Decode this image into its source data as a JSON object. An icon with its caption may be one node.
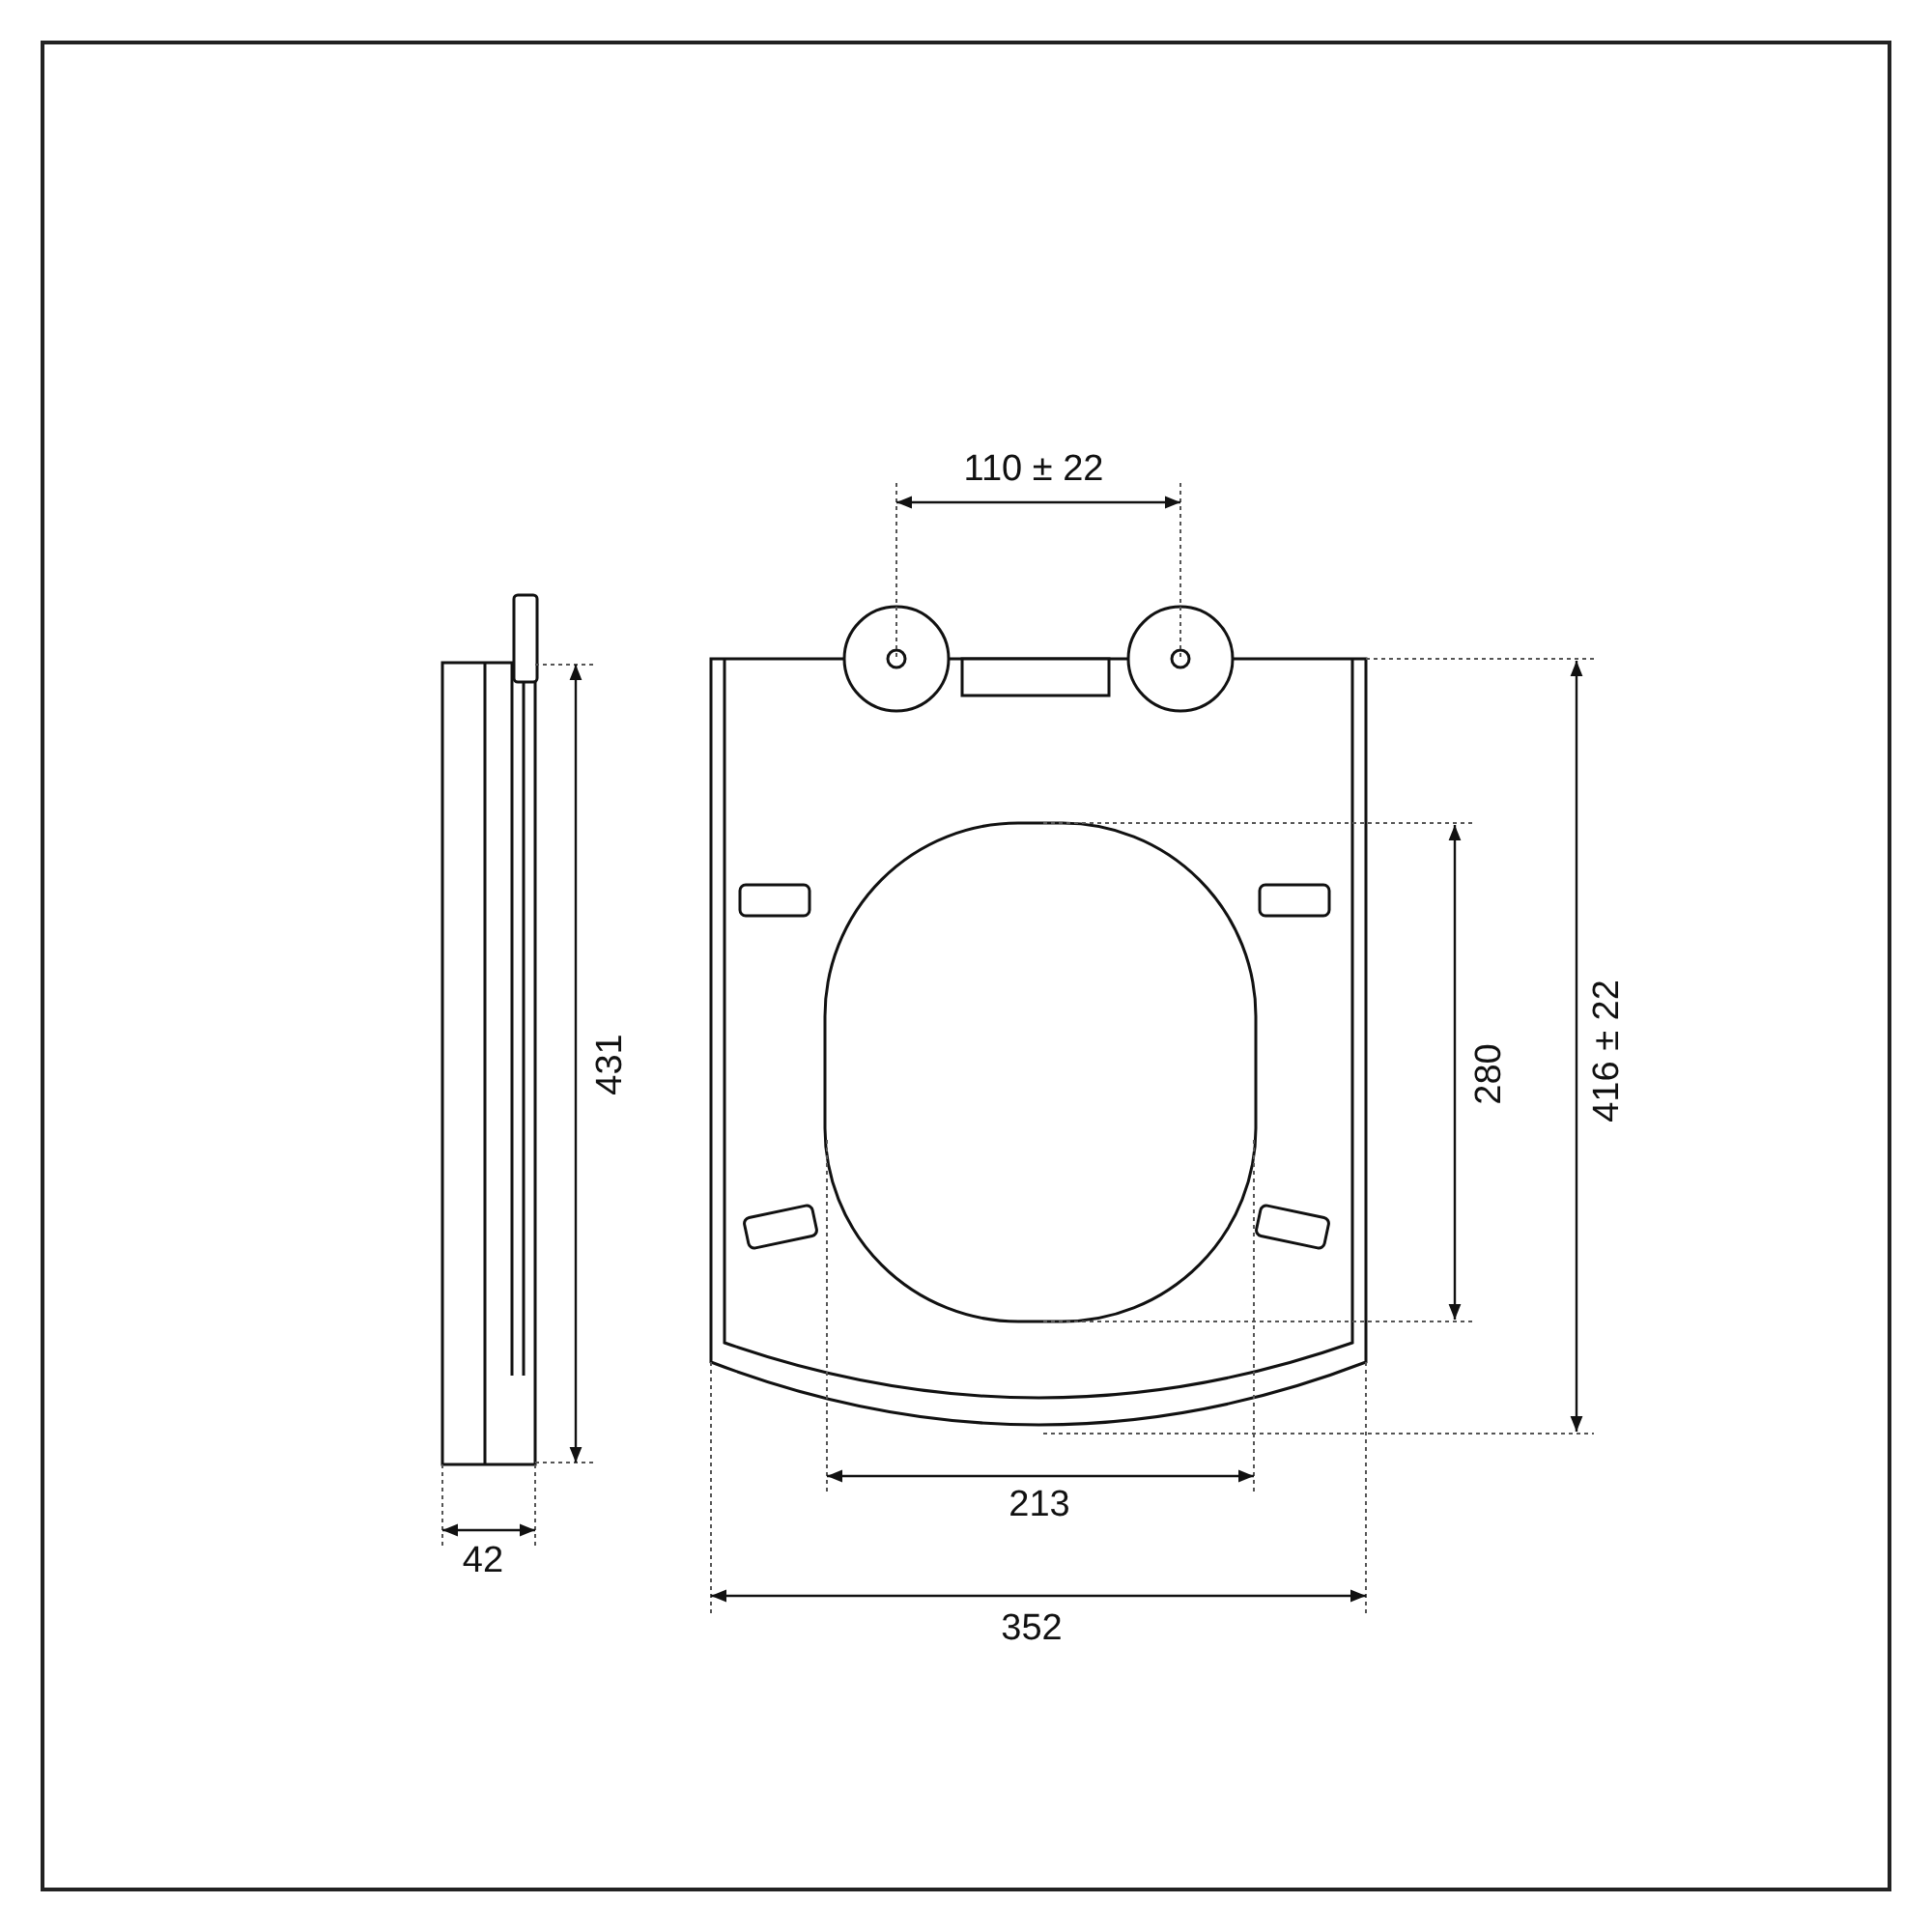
{
  "diagram": {
    "labels": [
      "110 ± 22",
      "431",
      "280",
      "416 ± 22",
      "213",
      "42",
      "352"
    ]
  }
}
